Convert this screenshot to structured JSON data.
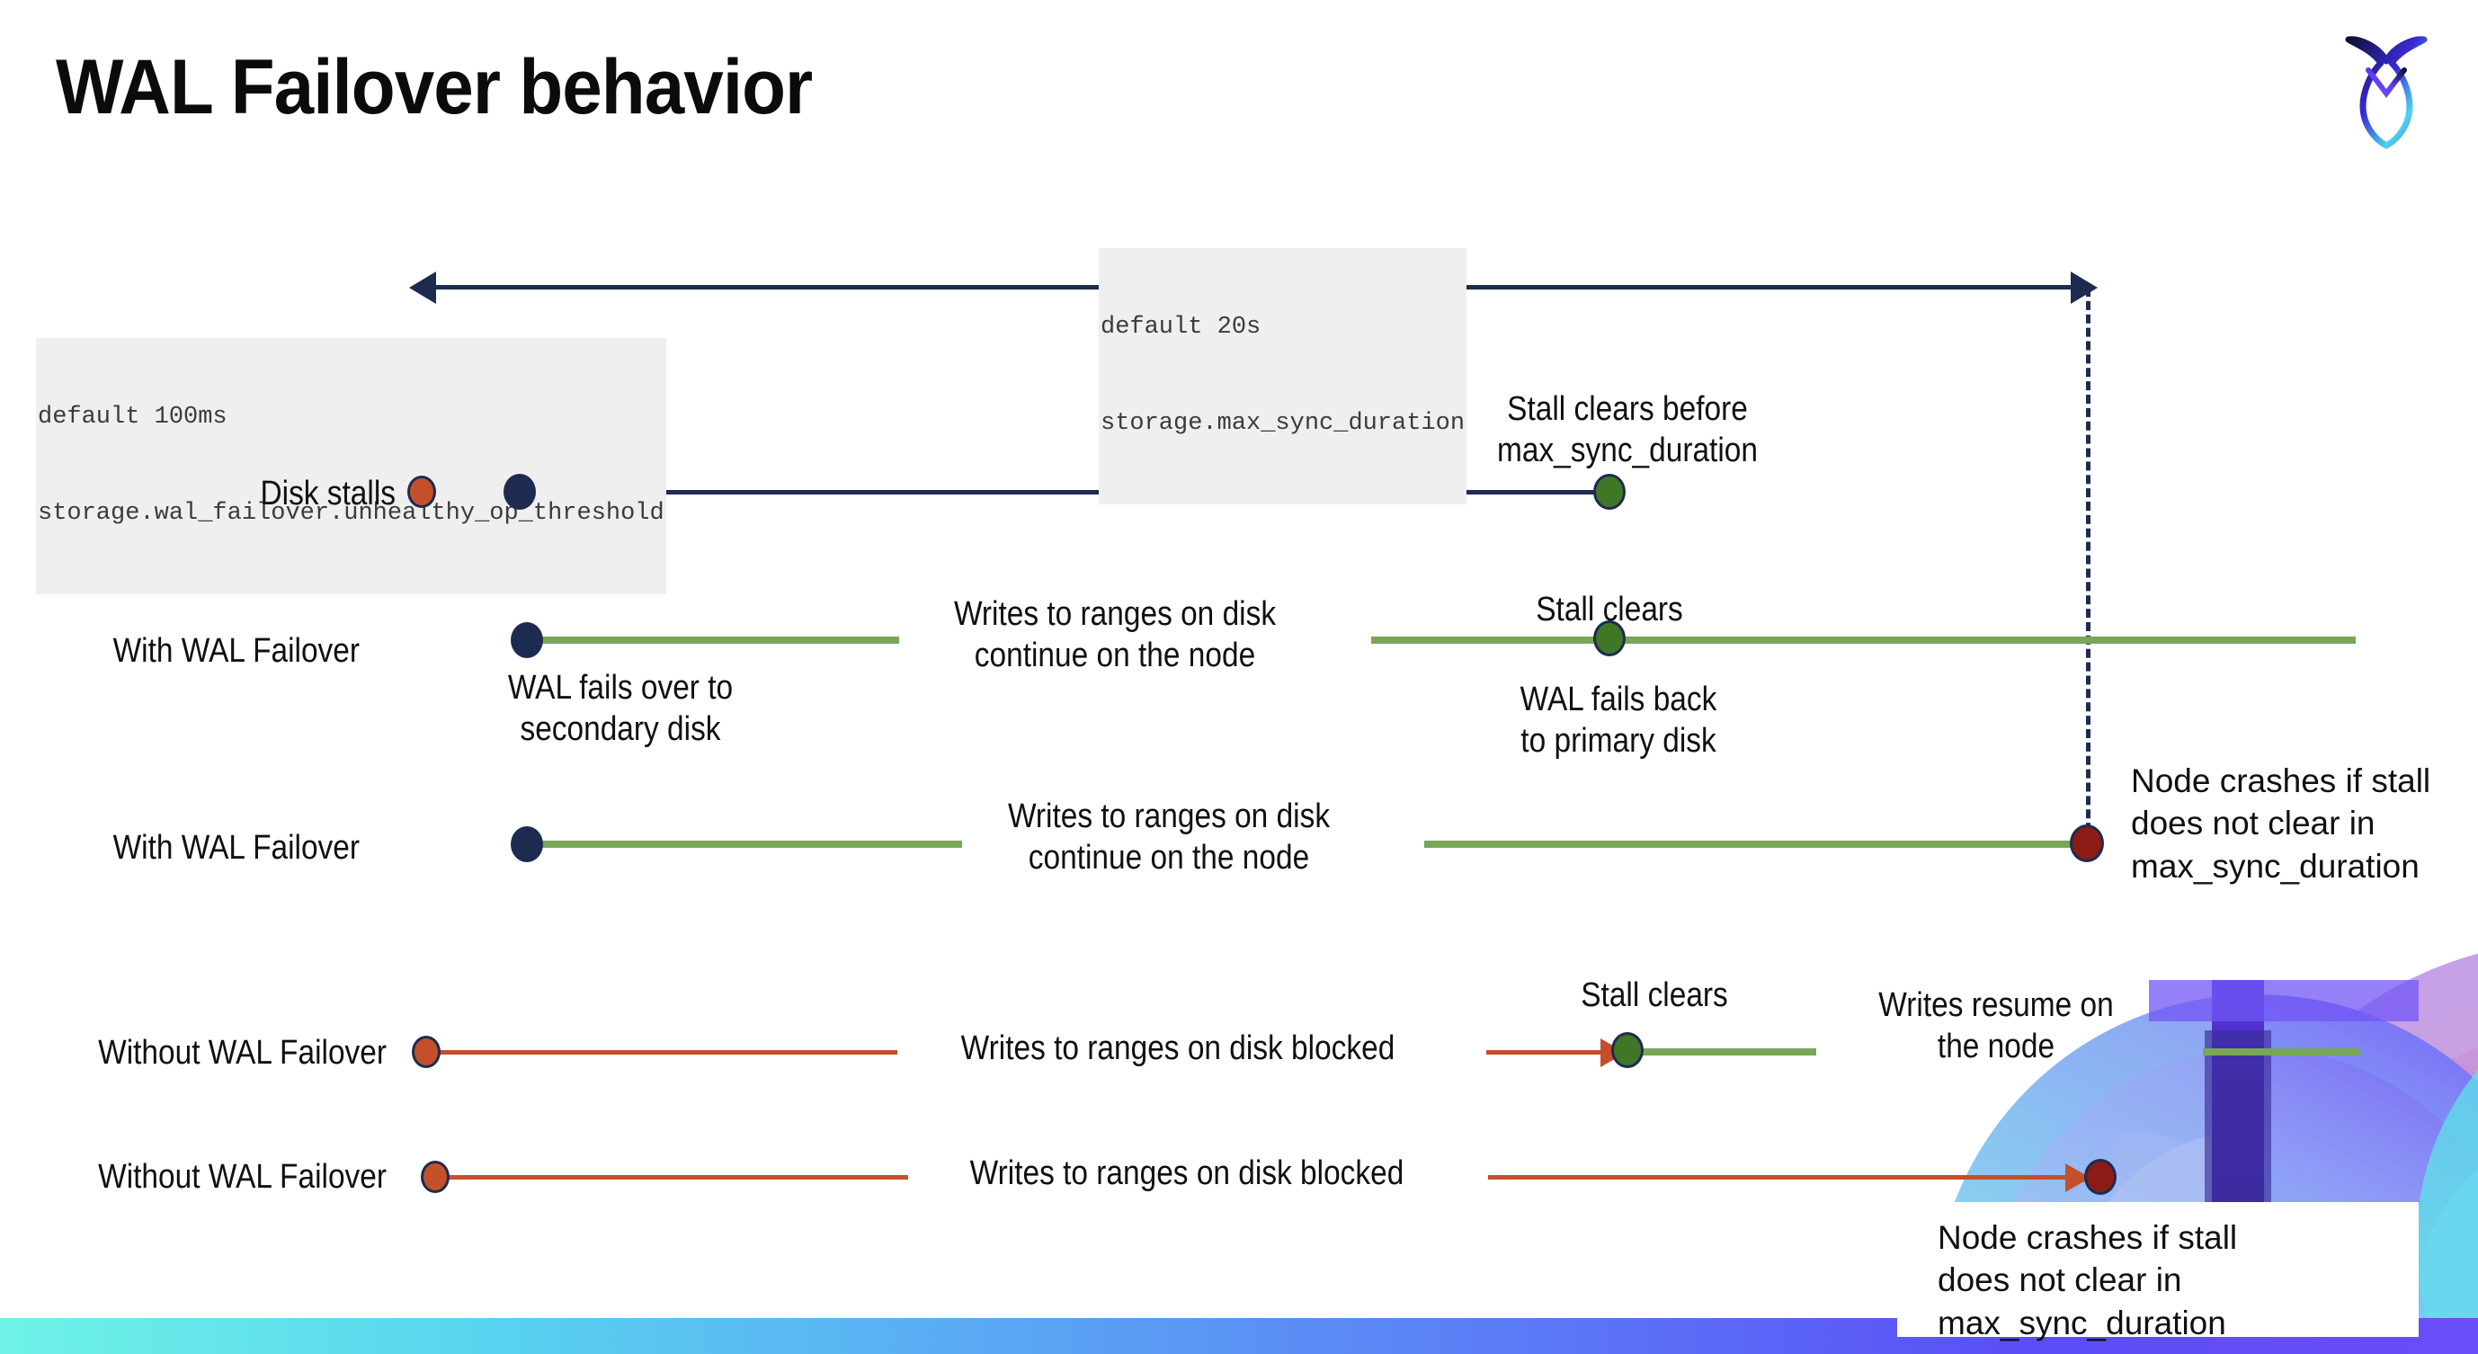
{
  "slide": {
    "title": "WAL Failover behavior",
    "logo_name": "cockroachdb-logo"
  },
  "settings": {
    "max_sync_duration": {
      "default_label": "default 20s",
      "name": "storage.max_sync_duration"
    },
    "unhealthy_op_threshold": {
      "default_label": "default 100ms",
      "name": "storage.wal_failover.unhealthy_op_threshold"
    }
  },
  "rows": [
    {
      "id": "disk-stalls",
      "label": "Disk stalls",
      "notes": [
        "Stall clears before",
        "max_sync_duration"
      ],
      "note_text": "Stall clears before\nmax_sync_duration"
    },
    {
      "id": "with-wal-failover-clears",
      "label": "With WAL Failover",
      "note_start": "WAL fails over to\nsecondary disk",
      "note_middle": "Writes to ranges on disk\ncontinue on the node",
      "note_stall": "Stall clears",
      "note_end": "WAL fails  back\nto primary disk"
    },
    {
      "id": "with-wal-failover-crash",
      "label": "With WAL Failover",
      "note_middle": "Writes to ranges on disk\ncontinue on the node",
      "note_crash": "Node crashes if stall\ndoes not clear in\nmax_sync_duration"
    },
    {
      "id": "without-wal-failover-clears",
      "label": "Without WAL Failover",
      "note_middle": "Writes to ranges on disk  blocked",
      "note_stall": "Stall clears",
      "note_resume": "Writes resume on\nthe node"
    },
    {
      "id": "without-wal-failover-crash",
      "label": "Without WAL Failover",
      "note_middle": "Writes to ranges on disk  blocked",
      "note_crash": "Node crashes if stall\ndoes not clear in\nmax_sync_duration"
    }
  ],
  "text": {
    "disk_stalls_label": "Disk stalls",
    "with_wal_failover_label": "With WAL Failover",
    "without_wal_failover_label": "Without WAL Failover",
    "stall_clears_before_l1": "Stall clears before",
    "stall_clears_before_l2": "max_sync_duration",
    "wal_fails_over_l1": "WAL fails over to",
    "wal_fails_over_l2": "secondary disk",
    "writes_continue_l1": "Writes to ranges on disk",
    "writes_continue_l2": "continue on the node",
    "stall_clears": "Stall clears",
    "wal_fails_back_l1": "WAL fails  back",
    "wal_fails_back_l2": "to primary disk",
    "node_crashes_l1": "Node crashes if stall",
    "node_crashes_l2": "does not clear in",
    "node_crashes_l3": "max_sync_duration",
    "writes_blocked": "Writes to ranges on disk  blocked",
    "writes_resume_l1": "Writes resume on",
    "writes_resume_l2": "the node"
  },
  "colors": {
    "navy": "#1d2b50",
    "green_line": "#78a757",
    "green_dot": "#3f7727",
    "red_line": "#c4502b",
    "red_dot": "#c4502b",
    "dark_red_dot": "#8c1b16",
    "code_bg": "#efefef",
    "text": "#101010"
  }
}
